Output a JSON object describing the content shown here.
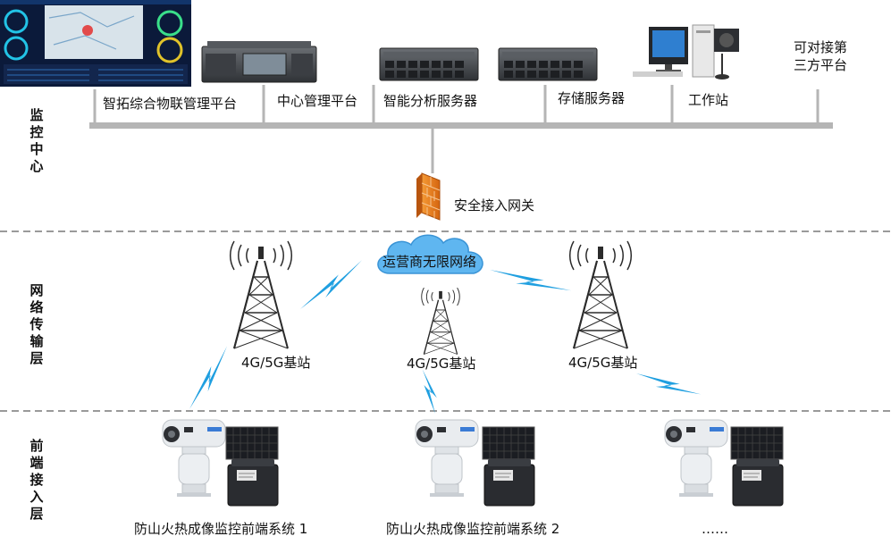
{
  "layers": {
    "monitoring_center": "监控中心",
    "network_transport": "网络传输层",
    "frontend_access": "前端接入层"
  },
  "center": {
    "platform_iot": "智拓综合物联管理平台",
    "central_mgmt": "中心管理平台",
    "analysis_server": "智能分析服务器",
    "storage_server": "存储服务器",
    "workstation": "工作站",
    "third_party_1": "可对接第",
    "third_party_2": "三方平台",
    "gateway": "安全接入网关"
  },
  "network": {
    "cloud": "运营商无限网络",
    "base_station": "4G/5G基站"
  },
  "frontend": {
    "system_1": "防山火热成像监控前端系统 1",
    "system_2": "防山火热成像监控前端系统 2",
    "more": "……"
  },
  "colors": {
    "bus": "#b5b5b5",
    "dashed": "#9a9a9a",
    "lightning": "#1f9fe0",
    "cloud": "#5fb6f0",
    "firewall": "#e87b1e",
    "tower": "#2b2b2b",
    "screen_bg": "#0b1a3a"
  }
}
